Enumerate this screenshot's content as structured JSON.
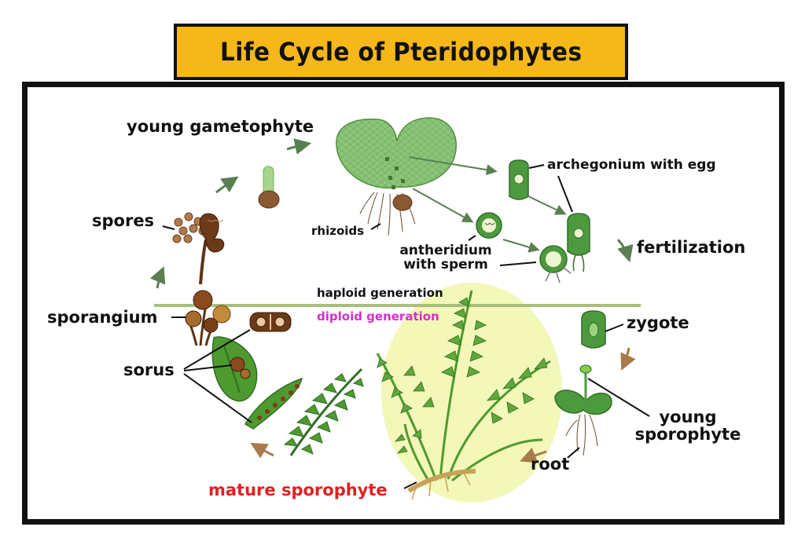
{
  "title": "Life Cycle of Pteridophytes",
  "labels": {
    "young_gametophyte": "young gametophyte",
    "archegonium": "archegonium with egg",
    "spores": "spores",
    "rhizoids": "rhizoids",
    "antheridium_line1": "antheridium",
    "antheridium_line2": "with sperm",
    "fertilization": "fertilization",
    "haploid": "haploid generation",
    "diploid": "diploid generation",
    "sporangium": "sporangium",
    "zygote": "zygote",
    "sorus": "sorus",
    "young_sporophyte_line1": "young",
    "young_sporophyte_line2": "sporophyte",
    "root": "root",
    "mature_sporophyte": "mature sporophyte"
  },
  "colors": {
    "title_bg": "#f6b818",
    "frame": "#111111",
    "divider": "#a9be7a",
    "diploid_text": "#d62fc7",
    "mature_text": "#e02020",
    "leaf_green": "#4e9a2e",
    "gametophyte_green": "#8cc57a",
    "brown": "#7a3e16",
    "highlight": "#f3f7b8"
  }
}
